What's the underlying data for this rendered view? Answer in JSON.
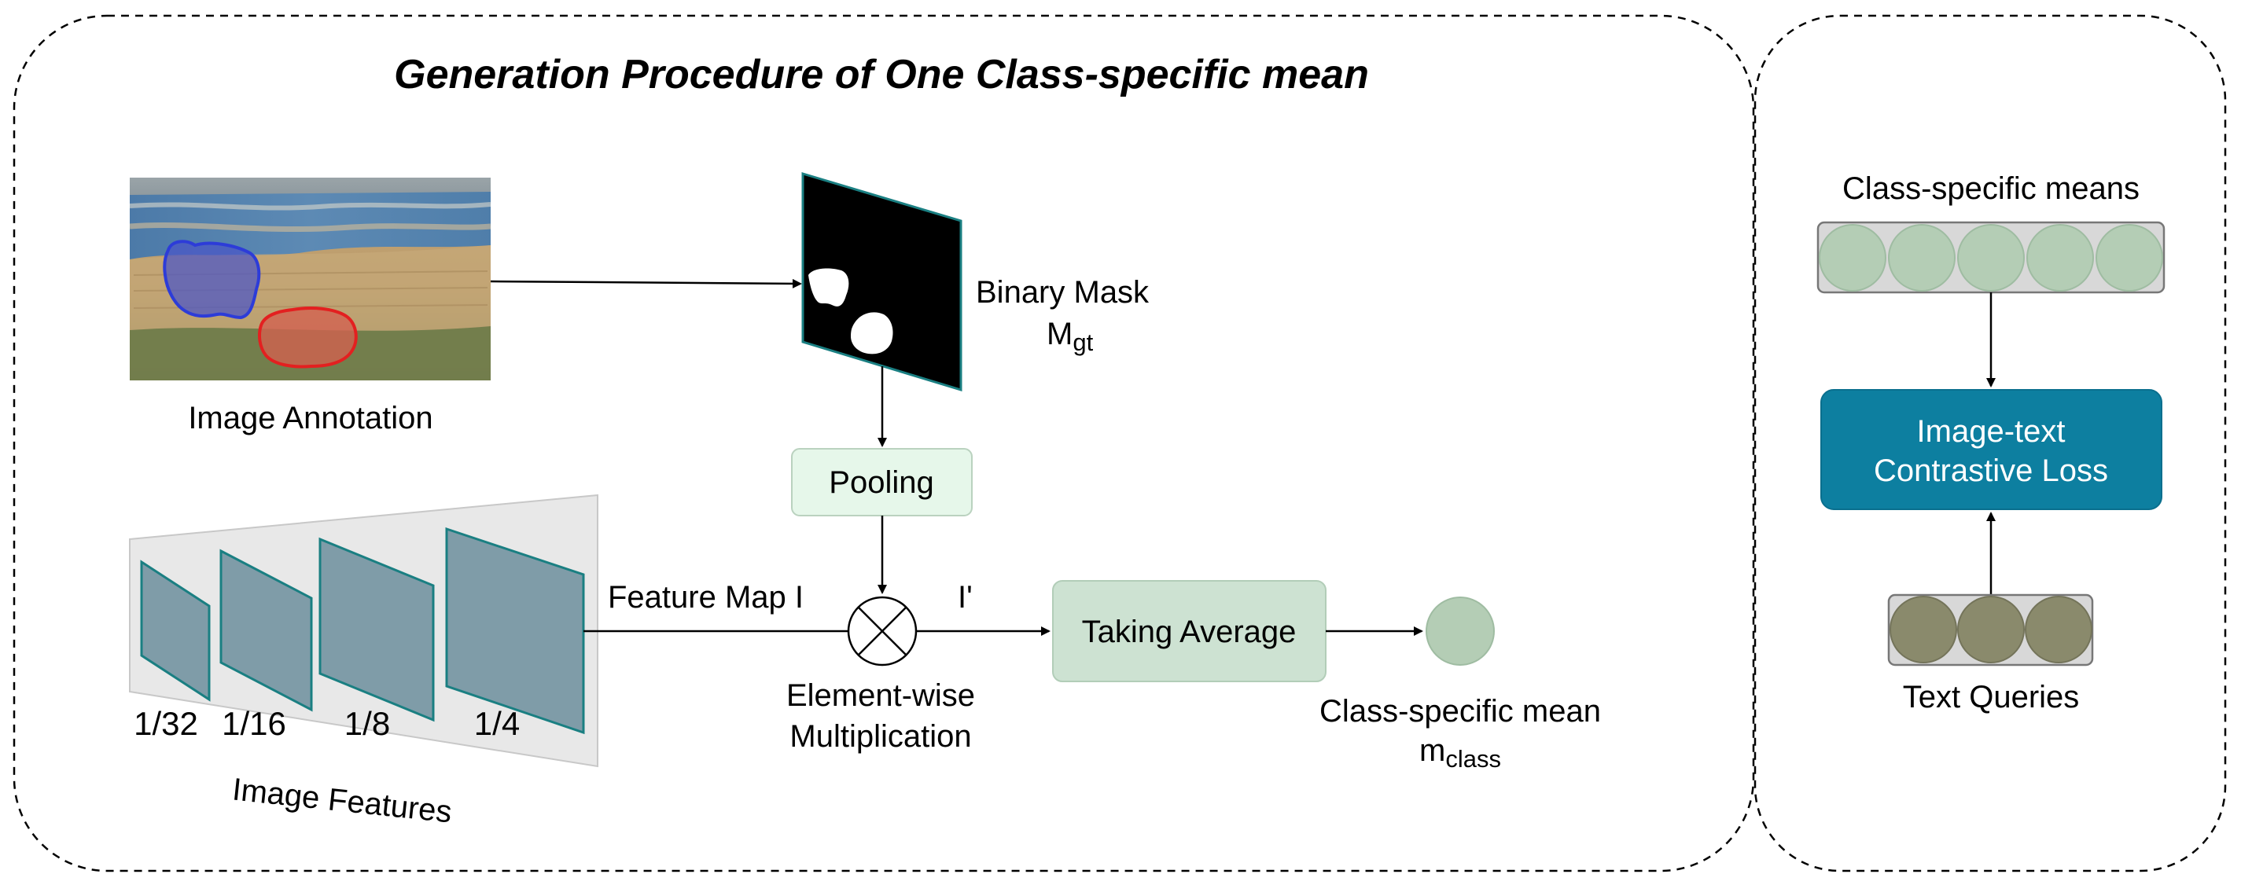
{
  "title": "Generation Procedure of One Class-specific mean",
  "image_annotation": {
    "label": "Image Annotation"
  },
  "binary_mask": {
    "label": "Binary Mask",
    "symbol": "M",
    "subscript": "gt"
  },
  "pooling": {
    "label": "Pooling"
  },
  "image_features": {
    "label": "Image Features",
    "scales": [
      "1/32",
      "1/16",
      "1/8",
      "1/4"
    ]
  },
  "feature_map": {
    "label": "Feature Map I"
  },
  "multiplication": {
    "label_line1": "Element-wise",
    "label_line2": "Multiplication",
    "output_label": "I'"
  },
  "taking_average": {
    "label": "Taking Average"
  },
  "class_mean": {
    "label": "Class-specific mean",
    "symbol": "m",
    "subscript": "class"
  },
  "right_panel": {
    "means_label": "Class-specific means",
    "means_count": 5,
    "loss_line1": "Image-text",
    "loss_line2": "Contrastive Loss",
    "queries_label": "Text Queries",
    "queries_count": 3
  },
  "colors": {
    "feature_plane": "#7f9ca8",
    "feature_plane_stroke": "#1a7f82",
    "feature_backdrop": "#e8e8e8",
    "pooling_fill": "#e6f7ea",
    "average_fill": "#cde2d2",
    "mean_circle": "#b4cdb5",
    "loss_fill": "#0d7fa0",
    "query_circle": "#8a8a6c",
    "sheep_blue": "#4a55c8",
    "sheep_red": "#d46050"
  }
}
